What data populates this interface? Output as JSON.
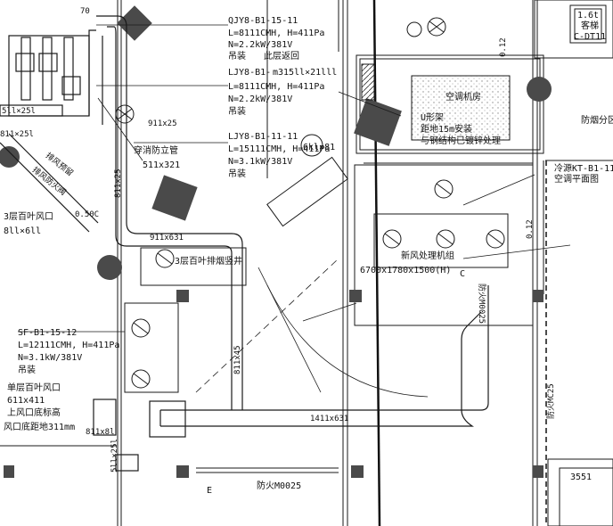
{
  "labels": {
    "fan_1_tag": "QJY8-B1-15-11",
    "fan_1_spec": "L=8111CMH, H=411Pa",
    "fan_1_power": "N=2.2kW/381V",
    "fan_1_note": "吊装",
    "fan_1_extra": "此层返回",
    "fan_2_tag": "LJY8-B1-",
    "fan_2_duct": "m315ll×21lll",
    "fan_2_spec": "L=8111CMH, H=411Pa",
    "fan_2_power": "N=2.2kW/381V",
    "fan_2_note": "吊装",
    "fan_3_tag": "LJY8-B1-11-11",
    "fan_3_spec": "L=15111CMH, H=411Pa",
    "fan_3_power": "N=3.1kW/381V",
    "fan_3_note": "吊装",
    "fan_3_extra": "6kl×81",
    "duct_vertical": "穿消防立管",
    "duct_size_511x321": "511x321",
    "duct_25l": "5ll×25l",
    "duct_811x25l": "811×25l",
    "exhaust_note_a": "排风预留",
    "exhaust_note_b": "排风防火阀",
    "outlet_1": "3层百叶风口",
    "outlet_1_size": "8ll×6ll",
    "damper_label": "0.50C",
    "fan_4_tag": "SF-B1-15-12",
    "fan_4_spec": "L=12111CMH, H=411Pa",
    "fan_4_power": "N=3.1kW/381V",
    "fan_4_note": "吊装",
    "outlet_2": "单层百叶风口",
    "outlet_2_size": "611x411",
    "outlet_2_note_a": "上风口底标高",
    "outlet_2_note_b": "风口底距地311mm",
    "duct_811x8l": "811x8l",
    "duct_911x631": "911x631",
    "duct_1411x631": "1411x631",
    "smoke_shaft": "3层百叶排烟竖井",
    "ahu_room": "空调机房",
    "ahu_note_a": "U形架",
    "ahu_note_b": "距地15m安装",
    "ahu_note_c": "与钢结构已镀锌处理",
    "ahu_unit": "新风处理机组",
    "ahu_size": "6700x1780x1500(H)",
    "unit_tag": "冷源KT-B1-11",
    "unit_note": "空调平面图",
    "room_right": "防烟分区",
    "door_note": "防火M0025",
    "door_note_2": "防火M0025",
    "lift_1": "1.6t",
    "lift_2": "客梯",
    "lift_3": "C-DT11",
    "dim_3551": "3551",
    "dim_70": "70",
    "dim_911": "911x25",
    "dim_vert_a": "0.12",
    "dim_vert_b": "0.12",
    "dim_vert_c": "防火MC25",
    "dim_vert_d": "811x45",
    "dim_vert_e": "811x25",
    "dim_vert_f": "5ll×25l",
    "grid_a": "E",
    "diag_label": "C"
  },
  "colors": {
    "line": "#1a1a1a",
    "column": "#4a4a4a",
    "fill_dots": "#9a9a9a"
  }
}
